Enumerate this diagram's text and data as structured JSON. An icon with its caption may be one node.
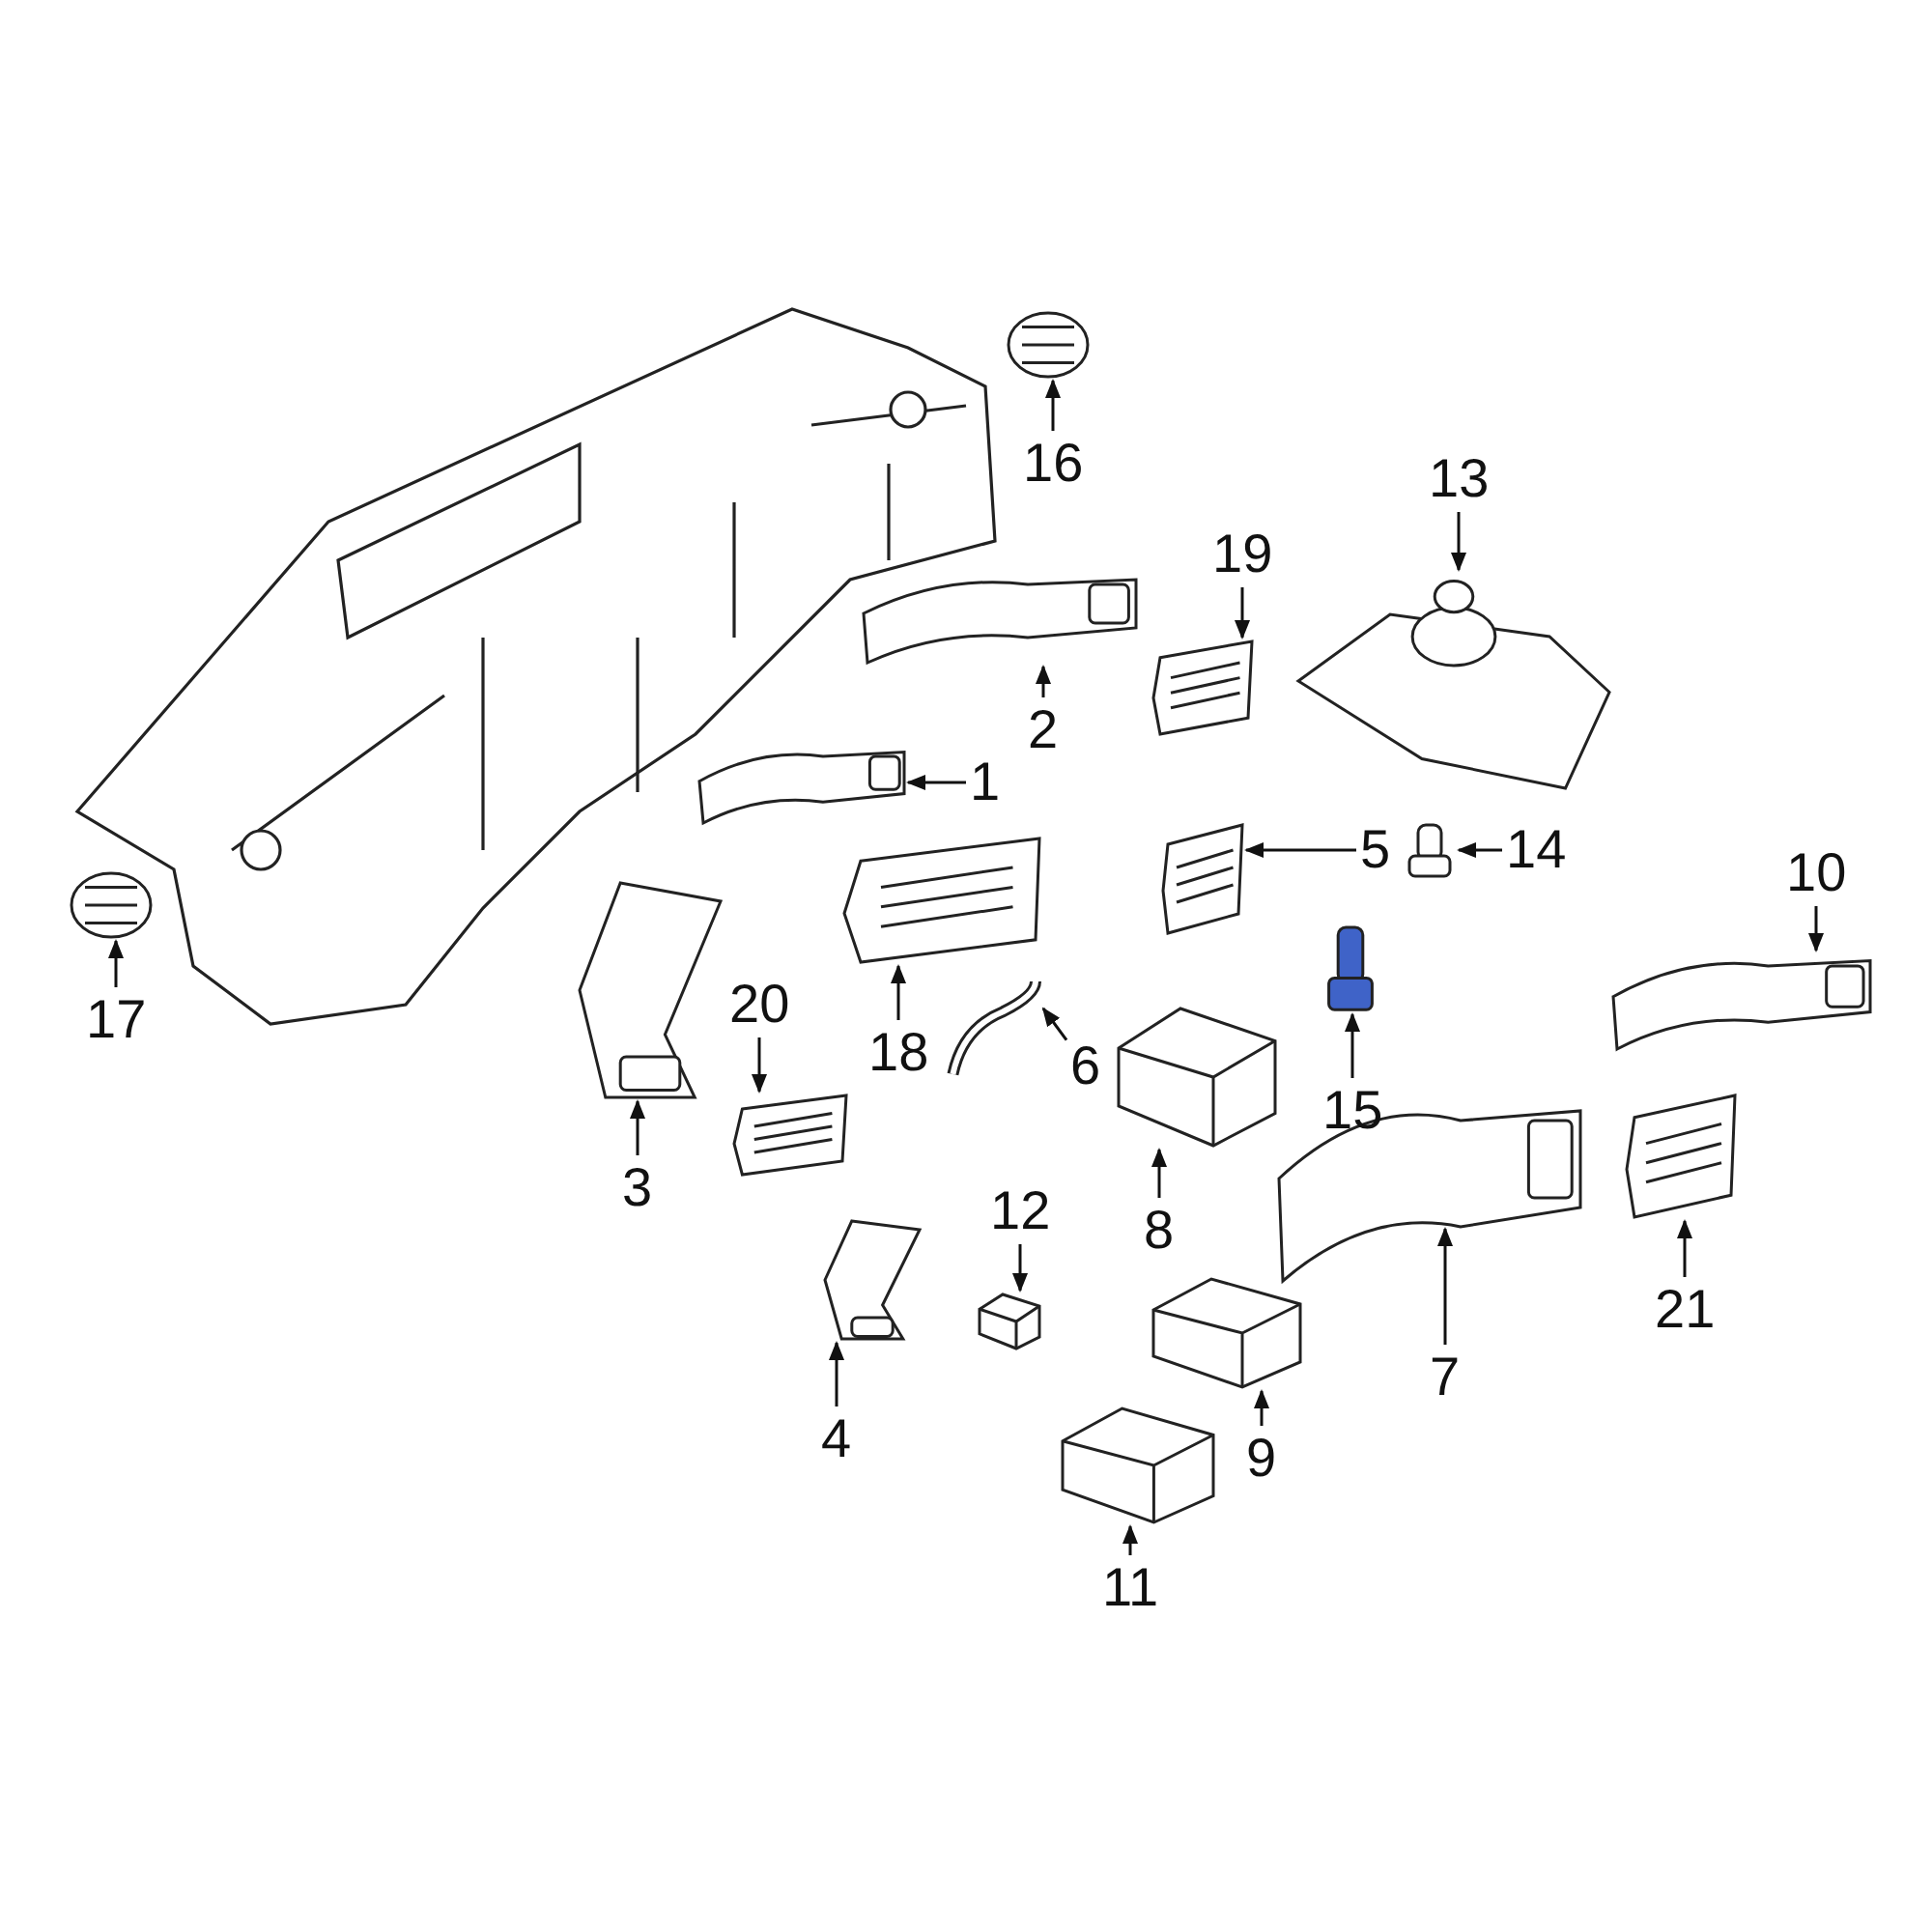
{
  "diagram": {
    "nodes": [
      {
        "text": [
          "1"
        ]
      },
      {
        "text": [],
        "shape": "picture"
      },
      {
        "text": [
          "2"
        ]
      },
      {
        "text": [],
        "shape": "picture"
      },
      {
        "text": [
          "3"
        ]
      },
      {
        "text": [],
        "shape": "picture"
      },
      {
        "text": [
          "4"
        ]
      },
      {
        "text": [],
        "shape": "picture"
      },
      {
        "text": [
          "5"
        ]
      },
      {
        "text": [],
        "shape": "picture"
      },
      {
        "text": [
          "6"
        ]
      },
      {
        "text": [],
        "shape": "picture"
      },
      {
        "text": [
          "7"
        ]
      },
      {
        "text": [],
        "shape": "picture"
      },
      {
        "text": [
          "8"
        ]
      },
      {
        "text": [],
        "shape": "picture"
      },
      {
        "text": [
          "9"
        ]
      },
      {
        "text": [],
        "shape": "picture"
      },
      {
        "text": [
          "10"
        ]
      },
      {
        "text": [],
        "shape": "picture"
      },
      {
        "text": [
          "11"
        ]
      },
      {
        "text": [],
        "shape": "picture"
      },
      {
        "text": [
          "12"
        ]
      },
      {
        "text": [],
        "shape": "picture"
      },
      {
        "text": [
          "13"
        ]
      },
      {
        "text": [],
        "shape": "picture"
      },
      {
        "text": [
          "14"
        ]
      },
      {
        "text": [],
        "shape": "picture"
      },
      {
        "text": [
          "15"
        ]
      },
      {
        "text": [],
        "shape": "picture"
      },
      {
        "text": [
          "16"
        ]
      },
      {
        "text": [],
        "shape": "picture"
      },
      {
        "text": [
          "17"
        ]
      },
      {
        "text": [],
        "shape": "picture"
      },
      {
        "text": [
          "18"
        ]
      },
      {
        "text": [],
        "shape": "picture"
      },
      {
        "text": [
          "19"
        ]
      },
      {
        "text": [],
        "shape": "picture"
      },
      {
        "text": [
          "20"
        ]
      },
      {
        "text": [],
        "shape": "picture"
      },
      {
        "text": [
          "21"
        ]
      },
      {
        "text": [],
        "shape": "picture"
      }
    ],
    "edges": [
      {
        "from": 0,
        "to": 1,
        "arrow": "to"
      },
      {
        "from": 2,
        "to": 3,
        "arrow": "to"
      },
      {
        "from": 4,
        "to": 5,
        "arrow": "to"
      },
      {
        "from": 6,
        "to": 7,
        "arrow": "to"
      },
      {
        "from": 8,
        "to": 9,
        "arrow": "to"
      },
      {
        "from": 10,
        "to": 11,
        "arrow": "to"
      },
      {
        "from": 12,
        "to": 13,
        "arrow": "to"
      },
      {
        "from": 14,
        "to": 15,
        "arrow": "to"
      },
      {
        "from": 16,
        "to": 17,
        "arrow": "to"
      },
      {
        "from": 18,
        "to": 19,
        "arrow": "to"
      },
      {
        "from": 20,
        "to": 21,
        "arrow": "to"
      },
      {
        "from": 22,
        "to": 23,
        "arrow": "to"
      },
      {
        "from": 24,
        "to": 25,
        "arrow": "to"
      },
      {
        "from": 26,
        "to": 27,
        "arrow": "to"
      },
      {
        "from": 28,
        "to": 29,
        "arrow": "to"
      },
      {
        "from": 30,
        "to": 31,
        "arrow": "to"
      },
      {
        "from": 32,
        "to": 33,
        "arrow": "to"
      },
      {
        "from": 34,
        "to": 35,
        "arrow": "to"
      },
      {
        "from": 36,
        "to": 37,
        "arrow": "to"
      },
      {
        "from": 38,
        "to": 39,
        "arrow": "to"
      },
      {
        "from": 40,
        "to": 41,
        "arrow": "to"
      }
    ]
  }
}
